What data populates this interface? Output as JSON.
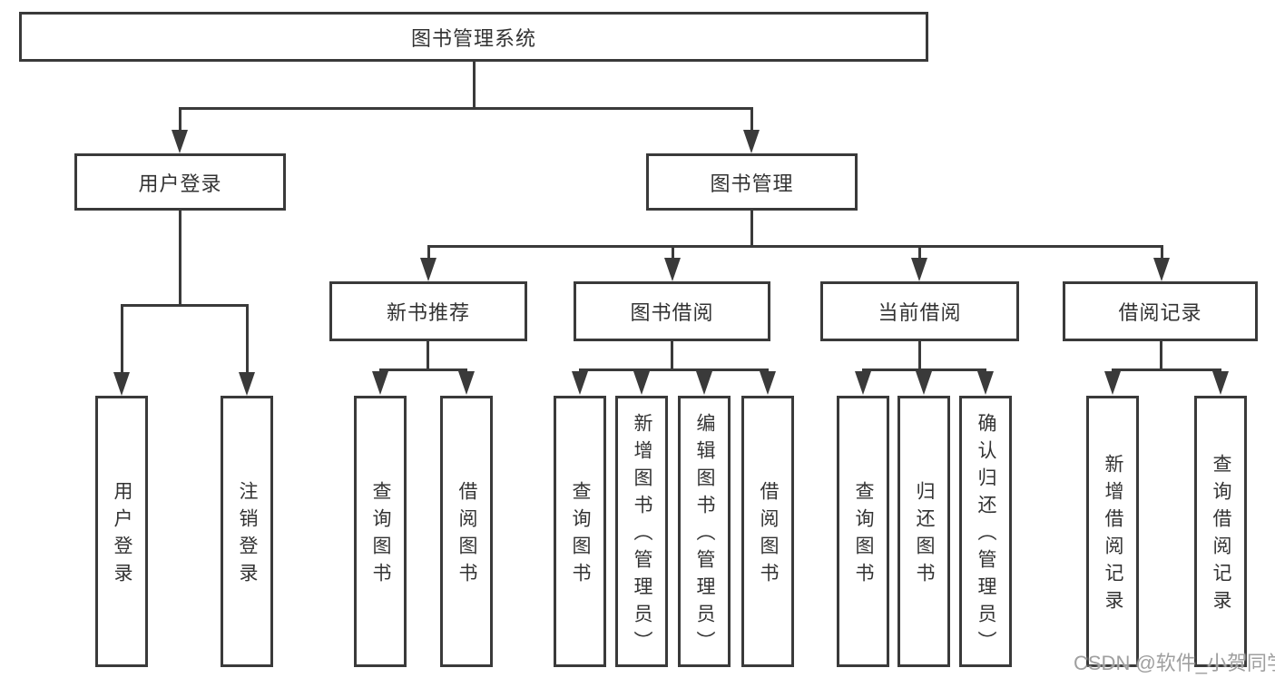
{
  "tree": {
    "root": "图书管理系统",
    "branches": [
      {
        "label": "用户登录",
        "children": [
          "用户登录",
          "注销登录"
        ]
      },
      {
        "label": "图书管理",
        "groups": [
          {
            "label": "新书推荐",
            "children": [
              "查询图书",
              "借阅图书"
            ]
          },
          {
            "label": "图书借阅",
            "children": [
              "查询图书",
              "新增图书（管理员）",
              "编辑图书（管理员）",
              "借阅图书"
            ]
          },
          {
            "label": "当前借阅",
            "children": [
              "查询图书",
              "归还图书",
              "确认归还（管理员）"
            ]
          },
          {
            "label": "借阅记录",
            "children": [
              "新增借阅记录",
              "查询借阅记录"
            ]
          }
        ]
      }
    ]
  },
  "watermark": {
    "text": "CSDN @软件_小贺同学"
  },
  "colors": {
    "line": "#3a3a3a",
    "text": "#333333",
    "watermark": "#9f9f9f",
    "background": "#ffffff"
  }
}
